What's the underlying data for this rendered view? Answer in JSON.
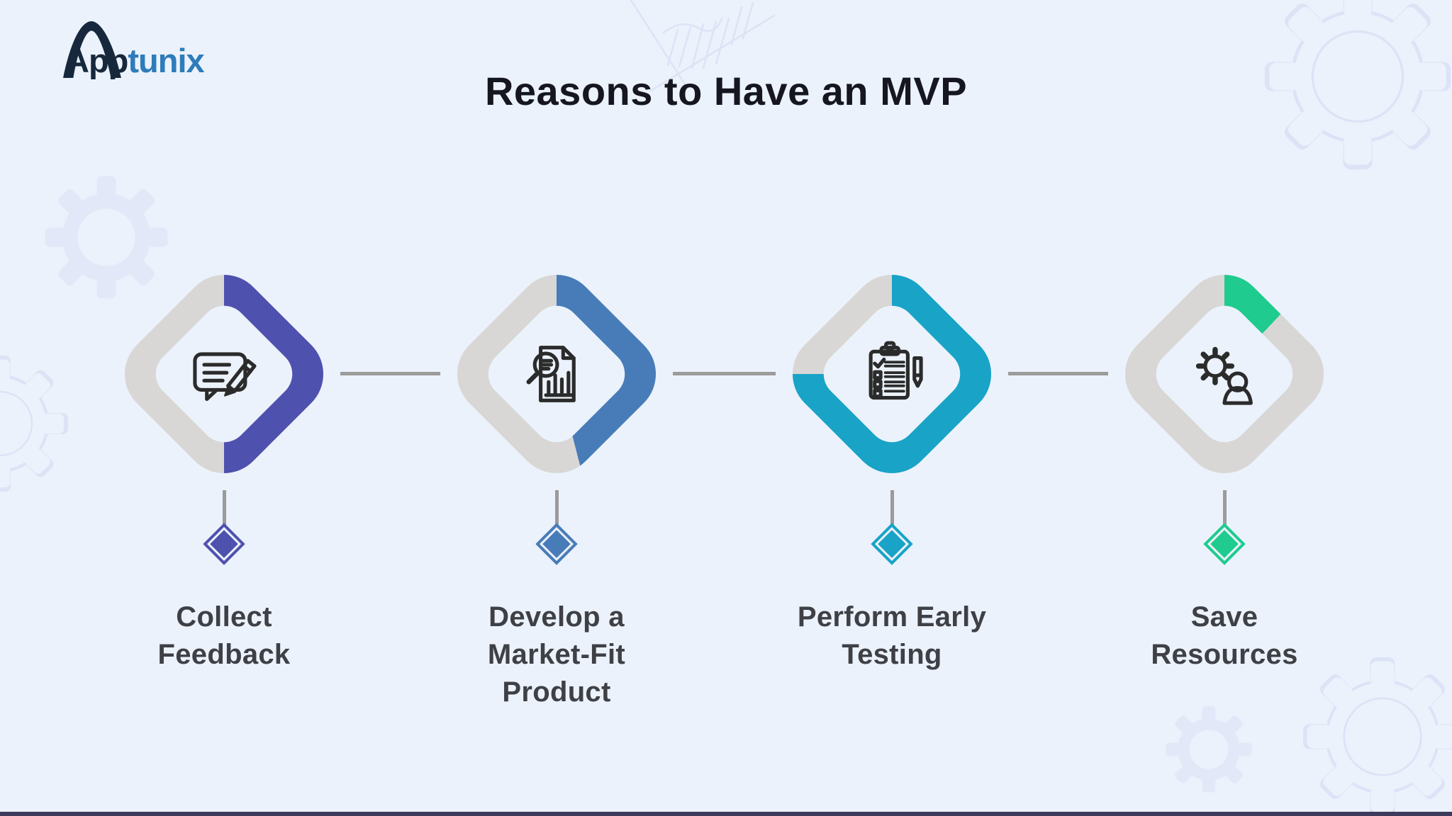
{
  "page": {
    "background": "#ebf2fb",
    "bottom_bar_color": "#3d3a5c",
    "decoration_fill": "#e3e8f8",
    "decoration_line": "#dde3f6"
  },
  "logo": {
    "brand_dark": "App",
    "brand_accent": "tunix",
    "dark_color": "#18283c",
    "accent_color": "#2e7cba"
  },
  "title": {
    "prefix": "Reasons to Have an ",
    "highlight": "MVP",
    "color": "#15161f"
  },
  "diagram": {
    "ring_track_color": "#d8d7d5",
    "connector_color": "#9b9b9b",
    "icon_stroke": "#2b2b2b",
    "bullet_ring_color": "#edf2fa",
    "label_color": "#3f4046",
    "steps": [
      {
        "label": "Collect\nFeedback",
        "color": "#4f51ae",
        "progress_percent": 50,
        "icon": "feedback-chat-pencil-icon"
      },
      {
        "label": "Develop a\nMarket-Fit\nProduct",
        "color": "#477cb8",
        "progress_percent": 46,
        "icon": "market-research-document-icon"
      },
      {
        "label": "Perform Early\nTesting",
        "color": "#18a3c7",
        "progress_percent": 75,
        "icon": "testing-checklist-icon"
      },
      {
        "label": "Save\nResources",
        "color": "#1fcb8f",
        "progress_percent": 12,
        "icon": "gear-person-icon"
      }
    ]
  }
}
